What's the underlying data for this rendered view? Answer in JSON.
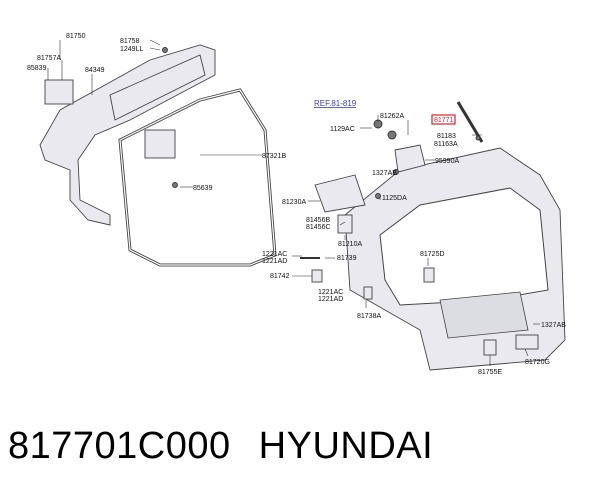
{
  "caption": {
    "part_number": "817701C000",
    "brand": "HYUNDAI"
  },
  "reference": "REF.81-819",
  "highlighted_part": "81771",
  "highlight_color": "#d8212a",
  "reference_color": "#3b3bb5",
  "labels": {
    "l81750": "81750",
    "l81757a": "81757A",
    "l85839": "85839",
    "l84349": "84349",
    "l81758": "81758",
    "l1249ll": "1249LL",
    "l87321b": "87321B",
    "l85639": "85639",
    "l81262a": "81262A",
    "l1129ac": "1129AC",
    "l95990a": "95990A",
    "l1327ab_a": "1327AB",
    "l1125da": "1125DA",
    "l81230a": "81230A",
    "l81456b": "81456B",
    "l81456c": "81456C",
    "l81210a": "81210A",
    "l1221ac_a": "1221AC",
    "l1221ad_a": "1221AD",
    "l81739": "81739",
    "l81742": "81742",
    "l1221ac_b": "1221AC",
    "l1221ad_b": "1221AD",
    "l81738a": "81738A",
    "l81183": "81183",
    "l81163a": "81163A",
    "l81725d": "81725D",
    "l1327ab_b": "1327AB",
    "l81755e": "81755E",
    "l81720g": "81720G"
  }
}
